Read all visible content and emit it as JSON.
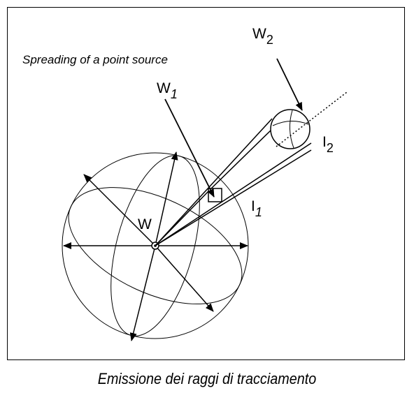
{
  "figure": {
    "subtitle": "Spreading of a point source",
    "labels": {
      "w2_base": "W",
      "w2_sub": "2",
      "w1_base": "W",
      "w1_sub": "1",
      "i2_base": "I",
      "i2_sub": "2",
      "i1_base": "I",
      "i1_sub": "1",
      "w_center": "W"
    }
  },
  "caption": "Emissione dei raggi di tracciamento",
  "colors": {
    "stroke": "#000000",
    "background": "#ffffff"
  }
}
